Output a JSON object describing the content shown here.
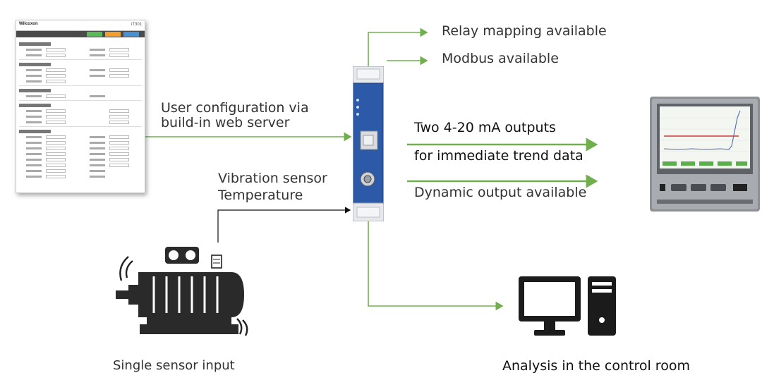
{
  "labels": {
    "relay": "Relay mapping available",
    "modbus": "Modbus available",
    "user_config_line1": "User configuration via",
    "user_config_line2": "build-in web server",
    "vibration_line1": "Vibration sensor",
    "vibration_line2": "Temperature",
    "two_outputs": "Two 4-20 mA outputs",
    "trend": "for immediate trend data",
    "dynamic": "Dynamic output available",
    "single_sensor": "Single sensor input",
    "analysis": "Analysis in the control room"
  },
  "webpage": {
    "logo": "Wilcoxon",
    "model": "iT301"
  },
  "colors": {
    "connector_green": "#6fb04d",
    "module_blue": "#2d5aa8",
    "module_silver": "#e6e8ec",
    "trend_red": "#d23c3c",
    "trend_blue": "#4a6fb0",
    "dark_icon": "#1b1b1b"
  },
  "icons": {
    "motor": "electric-motor-icon",
    "computer": "desktop-computer-icon",
    "recorder": "chart-recorder-icon",
    "module": "din-rail-transmitter-icon",
    "webpage": "web-server-screenshot"
  }
}
